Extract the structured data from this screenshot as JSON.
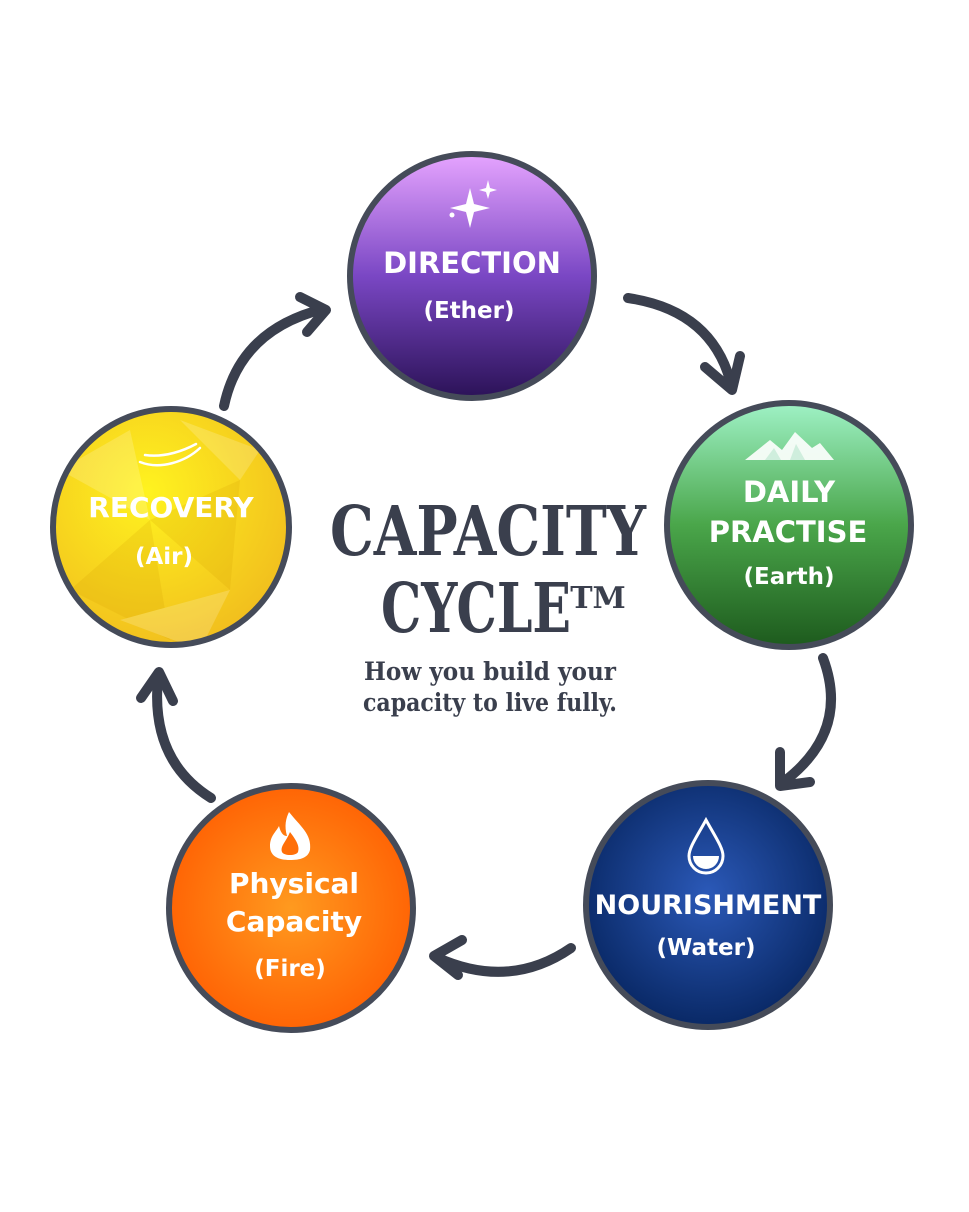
{
  "title": {
    "line1": "CAPACITY",
    "line2": "CYCLE",
    "trademark": "TM"
  },
  "subtitle": {
    "line1": "How you build your",
    "line2": "capacity to live fully."
  },
  "nodes": [
    {
      "id": "direction",
      "title_lines": [
        "DIRECTION"
      ],
      "element": "(Ether)",
      "icon": "sparkle-icon",
      "color_top": "#e6a4ff",
      "color_bottom": "#2b1257"
    },
    {
      "id": "daily-practise",
      "title_lines": [
        "DAILY",
        "PRACTISE"
      ],
      "element": "(Earth)",
      "icon": "mountain-icon",
      "color_top": "#9ff2c6",
      "color_bottom": "#1d5a1d"
    },
    {
      "id": "nourishment",
      "title_lines": [
        "NOURISHMENT"
      ],
      "element": "(Water)",
      "icon": "water-drop-icon",
      "color_top": "#2b59b8",
      "color_bottom": "#06245e"
    },
    {
      "id": "physical-capacity",
      "title_lines": [
        "Physical",
        "Capacity"
      ],
      "element": "(Fire)",
      "icon": "flame-icon",
      "color_top": "#ff9a1f",
      "color_bottom": "#ff5a00"
    },
    {
      "id": "recovery",
      "title_lines": [
        "RECOVERY"
      ],
      "element": "(Air)",
      "icon": "wind-icon",
      "color_top": "#fff31f",
      "color_bottom": "#f1bd1e"
    }
  ],
  "colors": {
    "outline": "#454b59",
    "arrow": "#3a3f4d",
    "text_dark": "#3a3f4d"
  }
}
